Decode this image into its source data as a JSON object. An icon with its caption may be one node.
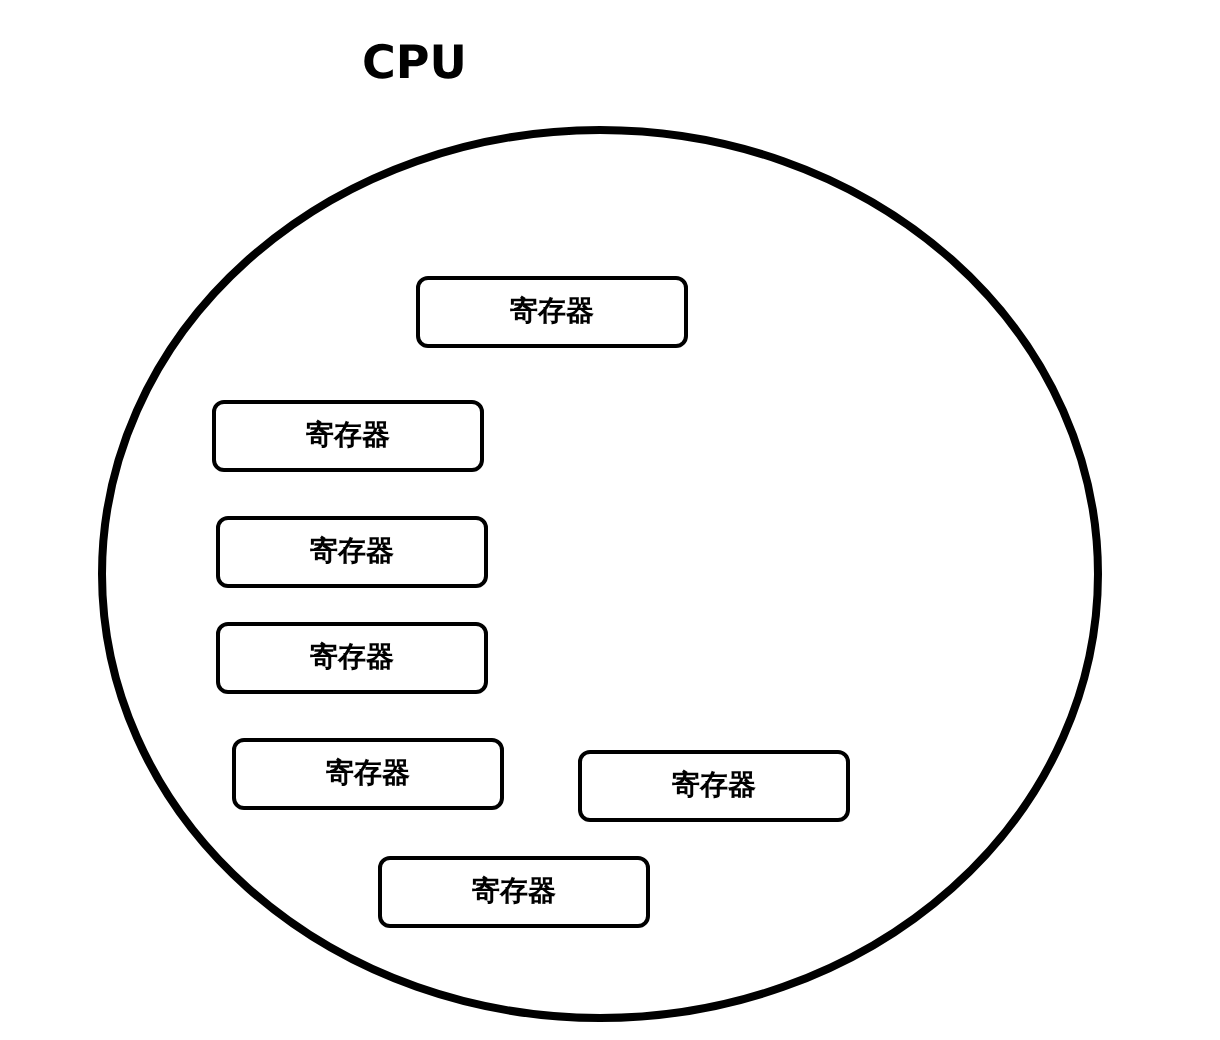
{
  "diagram": {
    "nodes": [
      {
        "text": [
          "CPU"
        ]
      },
      {
        "text": [
          "寄存器"
        ],
        "in": 0
      },
      {
        "text": [
          "寄存器"
        ],
        "in": 0
      },
      {
        "text": [
          "寄存器"
        ],
        "in": 0
      },
      {
        "text": [
          "寄存器"
        ],
        "in": 0
      },
      {
        "text": [
          "寄存器"
        ],
        "in": 0
      },
      {
        "text": [
          "寄存器"
        ],
        "in": 0
      },
      {
        "text": [
          "寄存器"
        ],
        "in": 0
      }
    ]
  }
}
